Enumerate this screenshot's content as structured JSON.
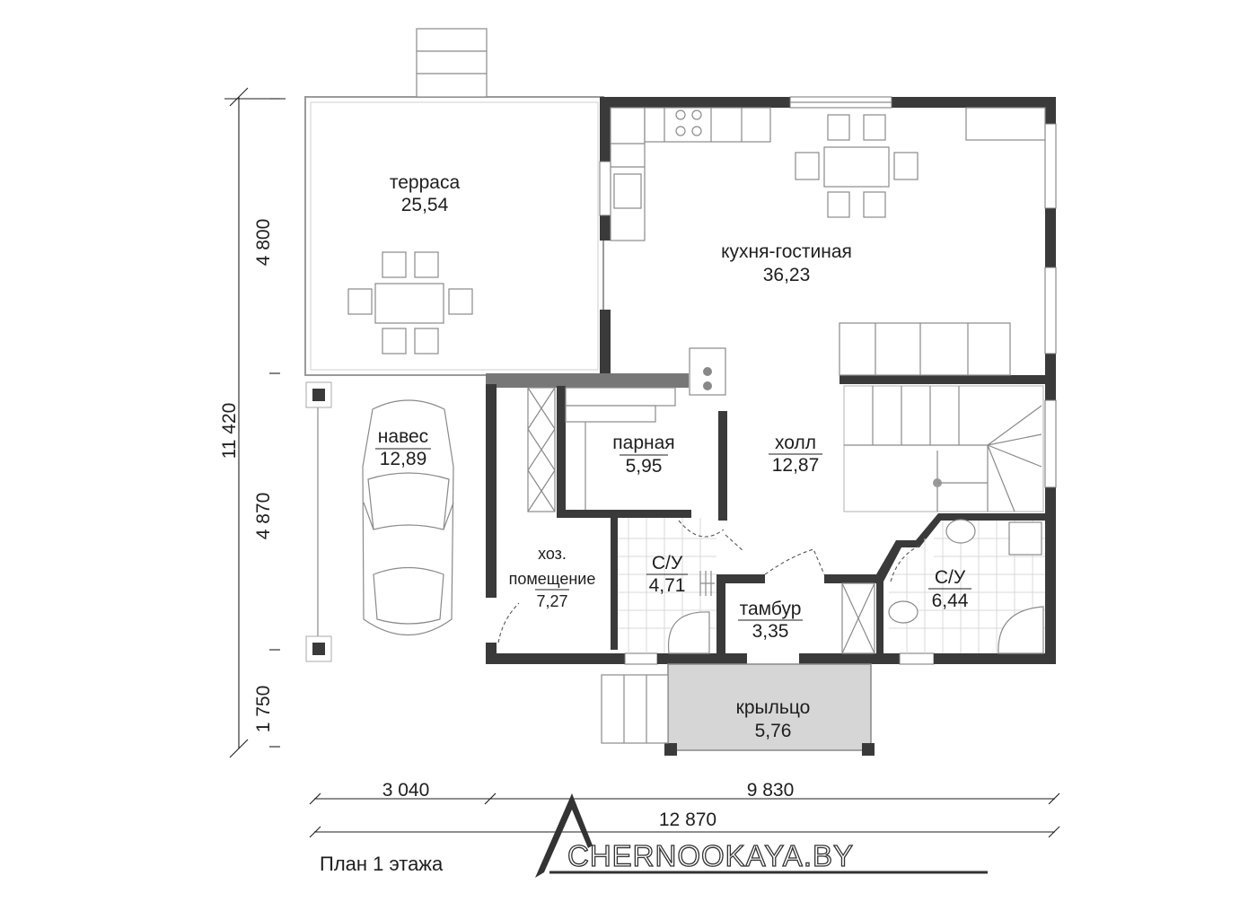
{
  "plan_title": "План  1 этажа",
  "logo": {
    "text": "CHERNOOKAYA.BY"
  },
  "rooms": {
    "terrace": {
      "name": "терраса",
      "area": "25,54"
    },
    "kitchen": {
      "name": "кухня-гостиная",
      "area": "36,23"
    },
    "carport": {
      "name": "навес",
      "area": "12,89"
    },
    "sauna": {
      "name": "парная",
      "area": "5,95"
    },
    "hall": {
      "name": "холл",
      "area": "12,87"
    },
    "utility": {
      "name_line1": "хоз.",
      "name_line2": "помещение",
      "area": "7,27"
    },
    "bath_left": {
      "name": "С/У",
      "area": "4,71"
    },
    "vestibule": {
      "name": "тамбур",
      "area": "3,35"
    },
    "bath_right": {
      "name": "С/У",
      "area": "6,44"
    },
    "porch": {
      "name": "крыльцо",
      "area": "5,76"
    }
  },
  "dimensions": {
    "vertical_total": "11 420",
    "vertical_top": "4 800",
    "vertical_mid": "4 870",
    "vertical_bottom": "1 750",
    "horizontal_left": "3 040",
    "horizontal_right": "9 830",
    "horizontal_total": "12 870"
  }
}
